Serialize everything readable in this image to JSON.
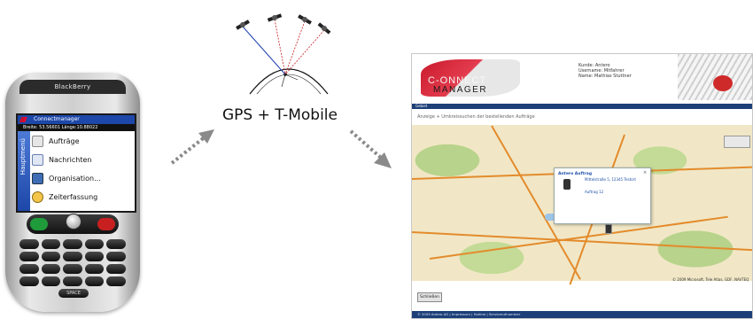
{
  "phone": {
    "brand": "BlackBerry",
    "app_title": "Connectmanager",
    "gps_line": "Breite: 53.56601 Länge:10.88022",
    "side_label": "Hauptmenü",
    "menu": [
      {
        "label": "Aufträge",
        "icon": "document-icon"
      },
      {
        "label": "Nachrichten",
        "icon": "mail-icon"
      },
      {
        "label": "Organisation...",
        "icon": "organisation-icon"
      },
      {
        "label": "Zeiterfassung",
        "icon": "clock-icon"
      }
    ],
    "space_key": "SPACE"
  },
  "center": {
    "label": "GPS + T-Mobile"
  },
  "app": {
    "brand_line1": "C-ONNECT",
    "brand_line2": "MANAGER",
    "meta": {
      "kunde": "Kunde: Antero",
      "username": "Username: Mitfahrer",
      "name": "Name: Mathias Stuttner"
    },
    "bar_label": "Gebiet",
    "sub_label": "Anzeige + Umkreissuchen der bestellenden Aufträge",
    "popup": {
      "title": "Antero Auftrag",
      "line1": "Mittelstraße 5, 12345 Testort",
      "line2": "Auftrag 12"
    },
    "map_copyright": "© 2009 Microsoft, Tele Atlas, GDF, NAVTEQ",
    "close_button": "Schließen",
    "footer": "© 2009 Antero AG | Impressum | Hotline | Servicerufnummer"
  },
  "colors": {
    "brand_red": "#c91a2c",
    "nav_blue": "#1d3f78",
    "arrow_grey": "#8a8a8a"
  }
}
